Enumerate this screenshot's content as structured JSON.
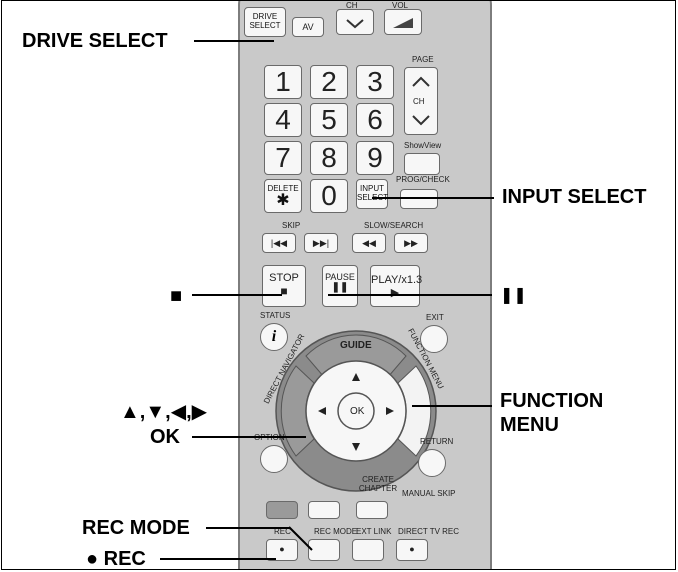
{
  "callouts": {
    "drive_select": "DRIVE SELECT",
    "input_select": "INPUT SELECT",
    "stop_symbol": "■",
    "pause_symbol": "❚❚",
    "function_menu_line1": "FUNCTION",
    "function_menu_line2": "MENU",
    "arrows": "▲,▼,◀,▶",
    "ok": "OK",
    "rec_mode": "REC MODE",
    "rec": "● REC"
  },
  "remote": {
    "drive_select_label": "DRIVE SELECT",
    "av_label": "AV",
    "ch_label": "CH",
    "vol_label": "VOL",
    "page_label": "PAGE",
    "ch_label2": "CH",
    "digits": [
      "1",
      "2",
      "3",
      "4",
      "5",
      "6",
      "7",
      "8",
      "9",
      "0"
    ],
    "showview_label": "ShowView",
    "delete_label": "DELETE",
    "delete_symbol": "✱",
    "input_select_label": "INPUT SELECT",
    "prog_check_label": "PROG/CHECK",
    "skip_label": "SKIP",
    "slow_search_label": "SLOW/SEARCH",
    "stop_label": "STOP",
    "pause_label": "PAUSE",
    "play_label": "PLAY/x1.3",
    "status_label": "STATUS",
    "exit_label": "EXIT",
    "guide_label": "GUIDE",
    "direct_navigator_label": "DIRECT NAVIGATOR",
    "function_menu_label": "FUNCTION MENU",
    "ok_label": "OK",
    "option_label": "OPTION",
    "return_label": "RETURN",
    "create_chapter_label": "CREATE CHAPTER",
    "manual_skip_label": "MANUAL SKIP",
    "rec_label": "REC",
    "rec_mode_label": "REC MODE",
    "ext_link_label": "EXT LINK",
    "direct_tv_rec_label": "DIRECT TV REC"
  },
  "colors": {
    "remote_body": "#c9c9c9",
    "ring": "#8b8b8b",
    "button": "#f7f7f7",
    "text": "#000000"
  }
}
